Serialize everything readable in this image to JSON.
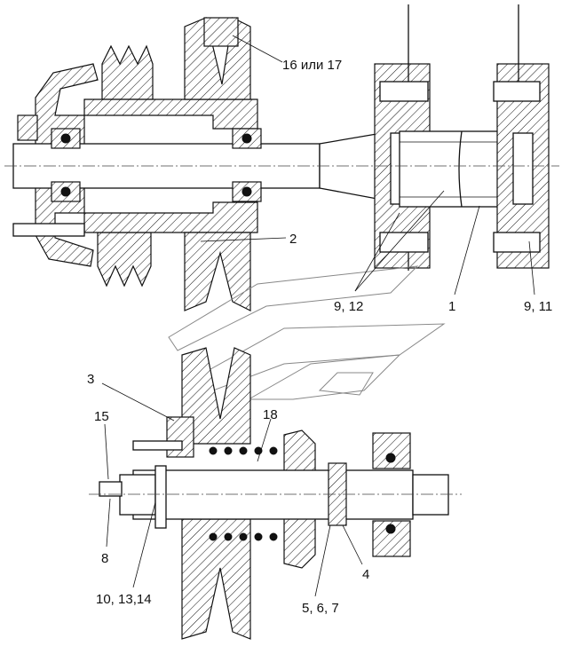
{
  "callouts": [
    {
      "id": "c16",
      "text": "16 или 17"
    },
    {
      "id": "c2",
      "text": "2"
    },
    {
      "id": "c912",
      "text": "9, 12"
    },
    {
      "id": "c1",
      "text": "1"
    },
    {
      "id": "c911",
      "text": "9, 11"
    },
    {
      "id": "c3",
      "text": "3"
    },
    {
      "id": "c18",
      "text": "18"
    },
    {
      "id": "c15",
      "text": "15"
    },
    {
      "id": "c8",
      "text": "8"
    },
    {
      "id": "c101314",
      "text": "10, 13,14"
    },
    {
      "id": "c4",
      "text": "4"
    },
    {
      "id": "c567",
      "text": "5, 6, 7"
    }
  ],
  "colors": {
    "line": "#111111",
    "background": "#ffffff",
    "ghost": "#888888"
  }
}
